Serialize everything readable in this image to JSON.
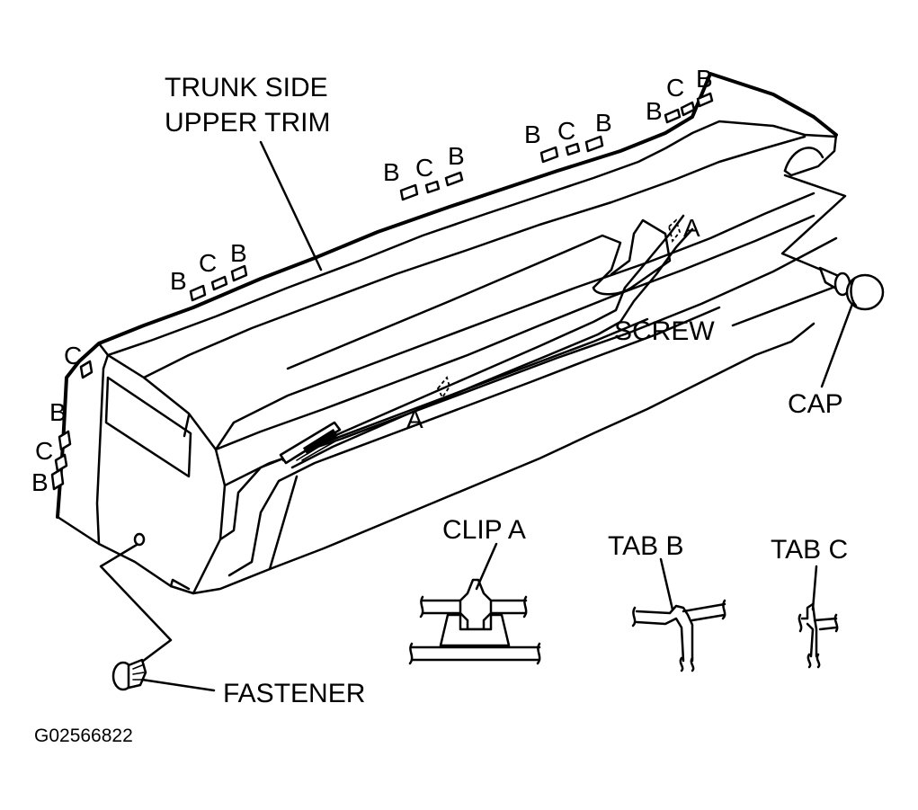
{
  "labels": {
    "title_line1": "TRUNK SIDE",
    "title_line2": "UPPER TRIM",
    "screw": "SCREW",
    "cap": "CAP",
    "fastener": "FASTENER",
    "clip_a": "CLIP A",
    "tab_b": "TAB B",
    "tab_c": "TAB C",
    "figure_code": "G02566822"
  },
  "callouts": {
    "a": "A",
    "b": "B",
    "c": "C"
  }
}
